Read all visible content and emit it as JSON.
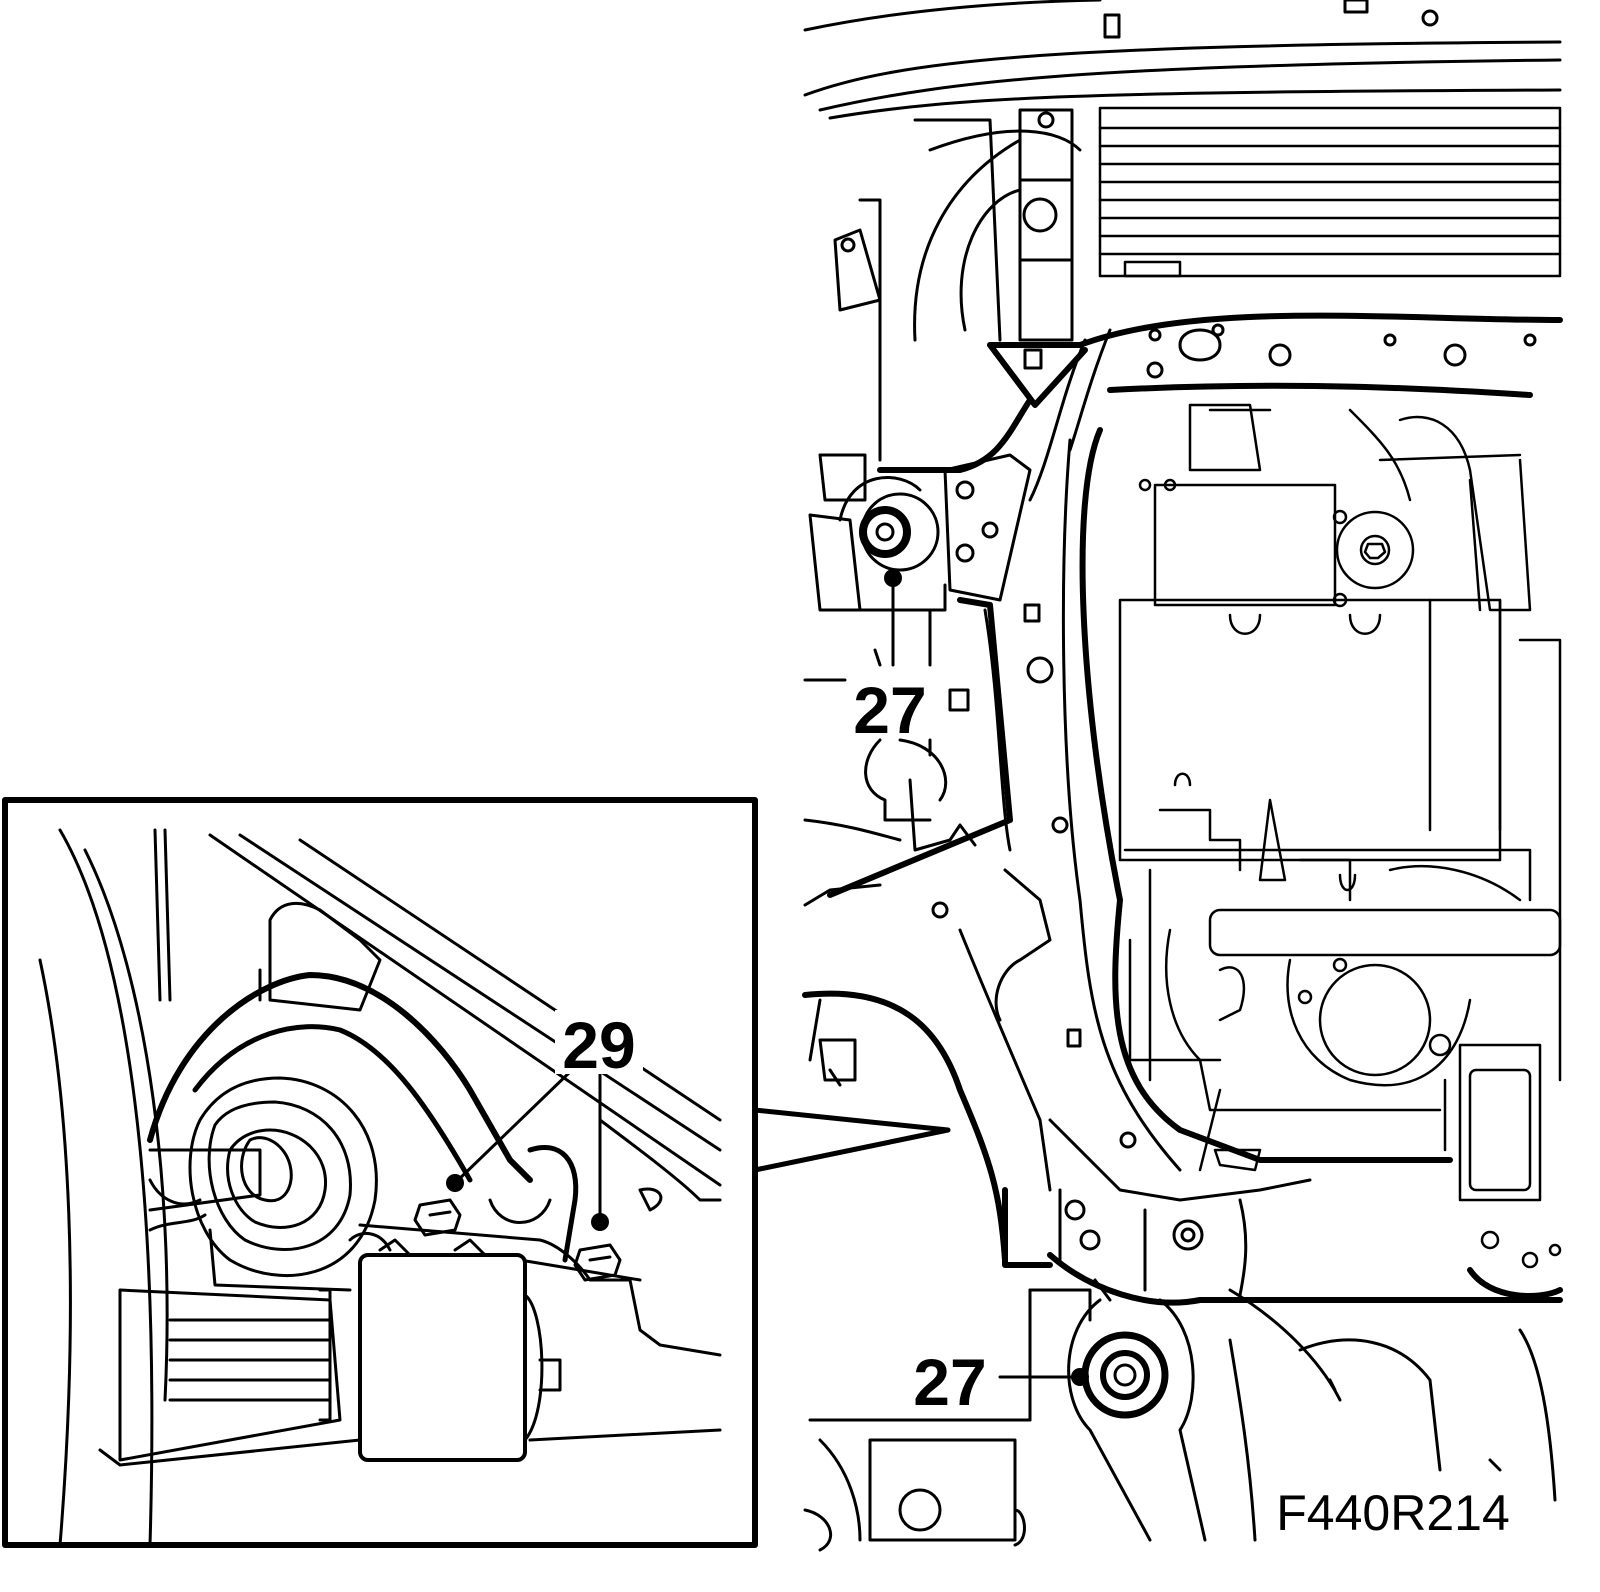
{
  "callouts": {
    "upper_mount": "27",
    "lower_mount": "27",
    "inset_bolts": "29"
  },
  "figure_code": "F440R214",
  "colors": {
    "ink": "#000000",
    "paper": "#ffffff"
  }
}
